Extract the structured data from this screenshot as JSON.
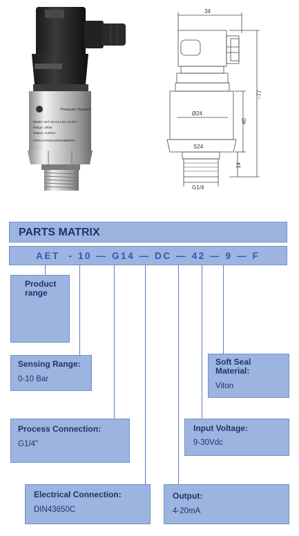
{
  "drawing": {
    "width_dim": "34",
    "overall_dim": "~77",
    "body_dim": "40",
    "thread_len_dim": "14",
    "diameter_label": "Ø24",
    "hex_label": "S24",
    "thread_label": "G1/4"
  },
  "photo": {
    "label_lines": [
      "Pressure Transmi",
      "Model: AET-10-G14-DC-42-9-F",
      "Range: 10bar",
      "Output: 4-20mA",
      "APPLICATIONS ENGINEERING"
    ]
  },
  "matrix": {
    "title": "PARTS MATRIX",
    "code": "AET  - 10 — G14 — DC — 42 — 9 — F",
    "product": {
      "label": "Product range"
    },
    "sensing": {
      "label": "Sensing Range:",
      "value": "0-10 Bar"
    },
    "seal": {
      "label": "Soft Seal Material:",
      "value": "Viton"
    },
    "process": {
      "label": "Process Connection:",
      "value": "G1/4\""
    },
    "voltage": {
      "label": "Input Voltage:",
      "value": "9-30Vdc"
    },
    "electrical": {
      "label": "Electrical Connection:",
      "value": "DIN43650C"
    },
    "output": {
      "label": "Output:",
      "value": "4-20mA"
    }
  },
  "colors": {
    "box_fill": "#9db4e0",
    "box_border": "#6f8fc9",
    "title_text": "#1e3466",
    "code_text": "#2c56b8"
  }
}
